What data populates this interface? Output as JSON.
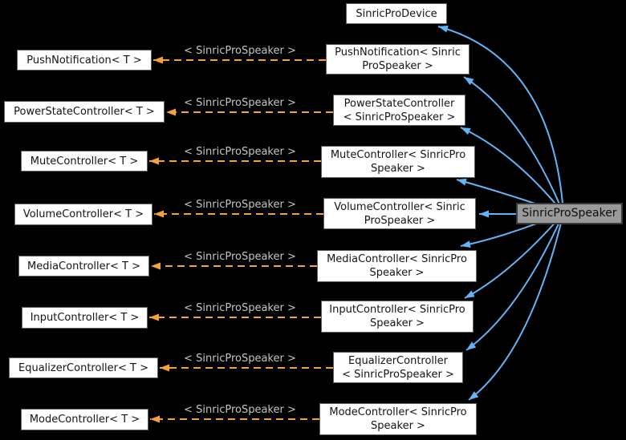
{
  "diagram": {
    "root_node": "SinricProDevice",
    "main_node": "SinricProSpeaker",
    "rows": [
      {
        "template_class": "PushNotification< T >",
        "instance_line1": "PushNotification< Sinric",
        "instance_line2": "ProSpeaker >",
        "edge_label": "< SinricProSpeaker >"
      },
      {
        "template_class": "PowerStateController< T >",
        "instance_line1": "PowerStateController",
        "instance_line2": "< SinricProSpeaker >",
        "edge_label": "< SinricProSpeaker >"
      },
      {
        "template_class": "MuteController< T >",
        "instance_line1": "MuteController< SinricPro",
        "instance_line2": "Speaker >",
        "edge_label": "< SinricProSpeaker >"
      },
      {
        "template_class": "VolumeController< T >",
        "instance_line1": "VolumeController< Sinric",
        "instance_line2": "ProSpeaker >",
        "edge_label": "< SinricProSpeaker >"
      },
      {
        "template_class": "MediaController< T >",
        "instance_line1": "MediaController< SinricPro",
        "instance_line2": "Speaker >",
        "edge_label": "< SinricProSpeaker >"
      },
      {
        "template_class": "InputController< T >",
        "instance_line1": "InputController< SinricPro",
        "instance_line2": "Speaker >",
        "edge_label": "< SinricProSpeaker >"
      },
      {
        "template_class": "EqualizerController< T >",
        "instance_line1": "EqualizerController",
        "instance_line2": "< SinricProSpeaker >",
        "edge_label": "< SinricProSpeaker >"
      },
      {
        "template_class": "ModeController< T >",
        "instance_line1": "ModeController< SinricPro",
        "instance_line2": "Speaker >",
        "edge_label": "< SinricProSpeaker >"
      }
    ],
    "colors": {
      "background": "#000000",
      "node_fill": "#ffffff",
      "node_border": "#5f5f5f",
      "highlight_fill": "#9a9a9a",
      "highlight_border": "#3a3a3a",
      "inheritance_arrow": "#63b4f6",
      "template_arrow": "#f7a239",
      "edge_label_text": "#c5c5c5"
    }
  }
}
